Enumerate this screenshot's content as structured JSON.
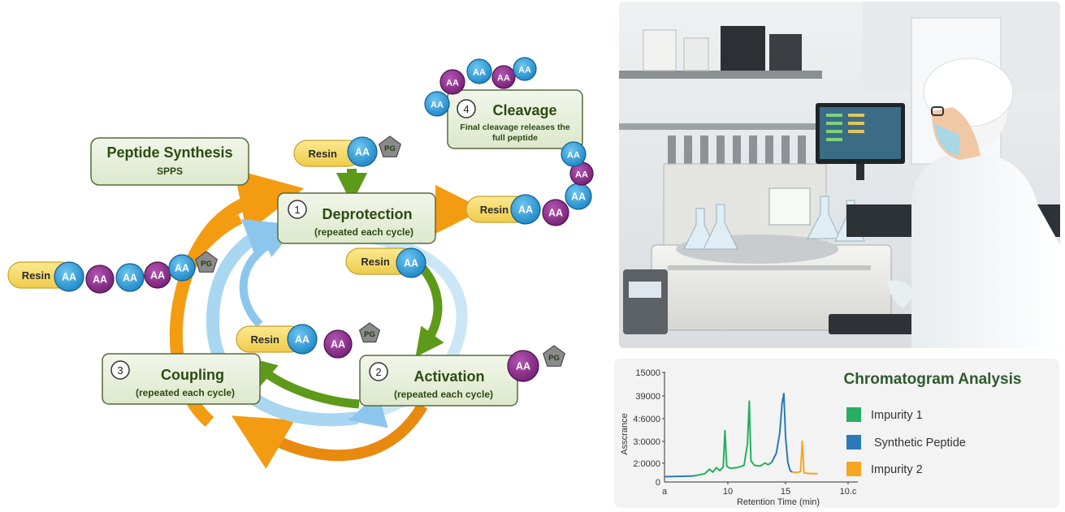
{
  "diagram": {
    "title": "Peptide Synthesis",
    "subtitle": "SPPS",
    "steps": [
      {
        "number": "1",
        "name": "Deprotection",
        "note": "(repeated each cycle)"
      },
      {
        "number": "2",
        "name": "Activation",
        "note": "(repeated each cycle)"
      },
      {
        "number": "3",
        "name": "Coupling",
        "note": "(repeated each cycle)"
      },
      {
        "number": "4",
        "name": "Cleavage",
        "note_line1": "Final cleavage releases the",
        "note_line2": "full peptide"
      }
    ],
    "resin_label": "Resin",
    "aa_label": "AA",
    "pg_label": "PG",
    "colors": {
      "resin": "#f7dc6f",
      "aa_blue": "#2b9fd9",
      "aa_purple": "#8e2a8e",
      "pg": "#808080",
      "box_fill": "#e8f0dc",
      "box_stroke": "#556b3a",
      "orange_arrow": "#f39c12",
      "green_arrow": "#5e9a1a",
      "blue_arrow": "#9fd0ef"
    }
  },
  "chromatogram": {
    "title": "Chromatogram Analysis",
    "xlabel": "Retention Time (min)",
    "ylabel": "Asscrance",
    "y_ticks": [
      "15000",
      "39000",
      "4:6000",
      "3:0000",
      "2:0000",
      "0"
    ],
    "x_ticks": [
      "a",
      "10",
      "15",
      "10.c"
    ],
    "legend": [
      {
        "name": "Impurity 1",
        "color": "#27ae60"
      },
      {
        "name": "Synthetic Peptide",
        "color": "#2a7ab8"
      },
      {
        "name": "Impurity 2",
        "color": "#f5a623"
      }
    ]
  },
  "chart_data": {
    "type": "line",
    "title": "Chromatogram Analysis",
    "xlabel": "Retention Time (min)",
    "ylabel": "Asscrance",
    "legend_position": "right",
    "series": [
      {
        "name": "Impurity 1",
        "color": "#27ae60",
        "x": [
          7.0,
          8.0,
          8.4,
          8.7,
          9.0,
          9.3,
          9.6,
          9.75,
          9.9,
          10.2,
          10.8,
          11.4,
          11.7,
          11.85,
          12.0,
          12.3,
          12.8,
          13.2,
          13.5,
          13.8
        ],
        "y": [
          800,
          1100,
          1700,
          1300,
          1900,
          1500,
          2000,
          6800,
          2100,
          1800,
          1900,
          2200,
          5000,
          10700,
          2800,
          2200,
          2100,
          2500,
          2300,
          2600
        ]
      },
      {
        "name": "Synthetic Peptide",
        "color": "#2a7ab8",
        "x": [
          13.8,
          14.2,
          14.5,
          14.7,
          14.85,
          15.0,
          15.2,
          15.4,
          15.6
        ],
        "y": [
          2600,
          3800,
          6500,
          10400,
          11700,
          6000,
          2600,
          1500,
          1300
        ]
      },
      {
        "name": "Impurity 2",
        "color": "#f5a623",
        "x": [
          15.6,
          16.0,
          16.3,
          16.45,
          16.6,
          16.9,
          17.3,
          17.8
        ],
        "y": [
          1300,
          1250,
          1400,
          5400,
          1200,
          1150,
          1100,
          1100
        ]
      }
    ]
  }
}
